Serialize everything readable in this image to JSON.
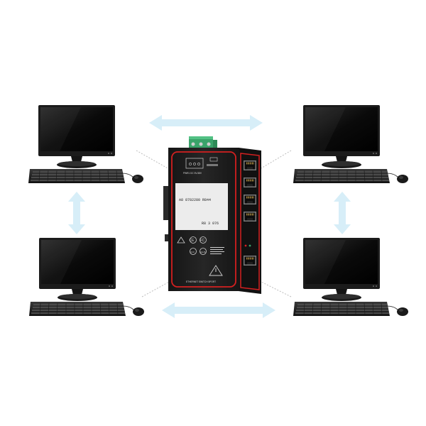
{
  "colors": {
    "background": "#ffffff",
    "arrow": "#d7eef8",
    "switch_body": "#1c1c1c",
    "switch_trim": "#d42020",
    "terminal_block": "#3aa36a",
    "screen": "#0d0d0d",
    "computer_frame": "#1b1b1b"
  },
  "device": {
    "label_line1": "A8 8782280 R844",
    "label_line2": "R8 3 076",
    "power_label": "PWR1 DC 5V-58V",
    "bottom_text": "ETHERNET SWITCH 5PORT",
    "cert_marks": [
      "CE",
      "FC",
      "CCC",
      "RoHS"
    ]
  },
  "computers": [
    {
      "name": "top-left"
    },
    {
      "name": "top-right"
    },
    {
      "name": "bottom-left"
    },
    {
      "name": "bottom-right"
    }
  ],
  "icons": {
    "arrow": "double-headed-arrow",
    "port": "rj45-port",
    "warning": "warning-triangle-icon"
  }
}
